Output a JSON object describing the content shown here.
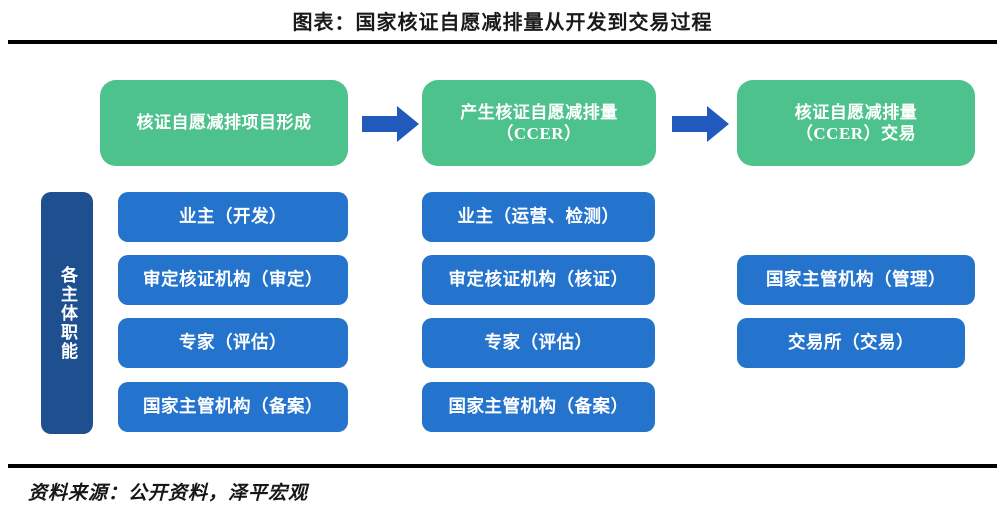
{
  "title": "图表：国家核证自愿减排量从开发到交易过程",
  "footer": "资料来源：公开资料，泽平宏观",
  "colors": {
    "green": "#4ec28d",
    "blue": "#2473cd",
    "navy": "#1e4f8f",
    "arrow": "#2159bd",
    "rule": "#000000",
    "text_on_box": "#ffffff"
  },
  "stages": [
    {
      "label": "核证自愿减排项目形成"
    },
    {
      "label": "产生核证自愿减排量\n（CCER）"
    },
    {
      "label": "核证自愿减排量\n（CCER）交易"
    }
  ],
  "arrows": [
    {
      "name": "arrow-stage1-to-stage2",
      "direction": "right"
    },
    {
      "name": "arrow-stage2-to-stage3",
      "direction": "right"
    }
  ],
  "role_axis": {
    "label": "各主体职能",
    "chars": [
      "各",
      "主",
      "体",
      "职",
      "能"
    ]
  },
  "columns": [
    {
      "name": "column-development",
      "roles": [
        "业主（开发）",
        "审定核证机构（审定）",
        "专家（评估）",
        "国家主管机构（备案）"
      ]
    },
    {
      "name": "column-issuance",
      "roles": [
        "业主（运营、检测）",
        "审定核证机构（核证）",
        "专家（评估）",
        "国家主管机构（备案）"
      ]
    },
    {
      "name": "column-trading",
      "roles": [
        "国家主管机构（管理）",
        "交易所（交易）"
      ]
    }
  ]
}
